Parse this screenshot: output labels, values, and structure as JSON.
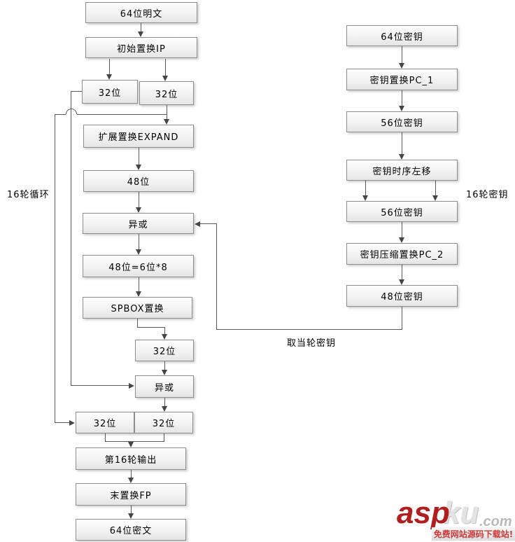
{
  "nodes": {
    "plaintext64": "64位明文",
    "initial_permutation_ip": "初始置换IP",
    "left_32": "32位",
    "right_32": "32位",
    "expand_permutation": "扩展置换EXPAND",
    "bits_48": "48位",
    "xor_1": "异或",
    "bits_48_eq": "48位=6位*8",
    "spbox_permutation": "SPBOX置换",
    "bits_32_after_spbox": "32位",
    "xor_2": "异或",
    "bottom_left_32": "32位",
    "bottom_right_32": "32位",
    "round_16_output": "第16轮输出",
    "final_permutation_fp": "末置换FP",
    "ciphertext64": "64位密文",
    "key64": "64位密钥",
    "key_permutation_pc1": "密钥置换PC_1",
    "key56_a": "56位密钥",
    "key_schedule_left_shift": "密钥时序左移",
    "key56_b": "56位密钥",
    "key_compression_pc2": "密钥压缩置换PC_2",
    "key48": "48位密钥"
  },
  "labels": {
    "rounds_loop": "16轮循环",
    "rounds_key": "16轮密钥",
    "take_round_key": "取当轮密钥"
  },
  "watermark": {
    "part1": "asp",
    "part2": "ku",
    "part3": ".com",
    "tagline": "免费网站源码下载站!",
    "colors": {
      "asp": "#b01e1e",
      "ku": "#e3e3e3",
      "com": "#b9b9b9",
      "tagline": "#cc3a3a"
    }
  },
  "colors": {
    "box_border": "#8e8e8e",
    "box_fill_top": "#fefefe",
    "box_fill_bottom": "#e5e5e5",
    "line": "#5a5a5a",
    "arrow": "#454545",
    "text": "#000000",
    "background": "#ffffff"
  }
}
